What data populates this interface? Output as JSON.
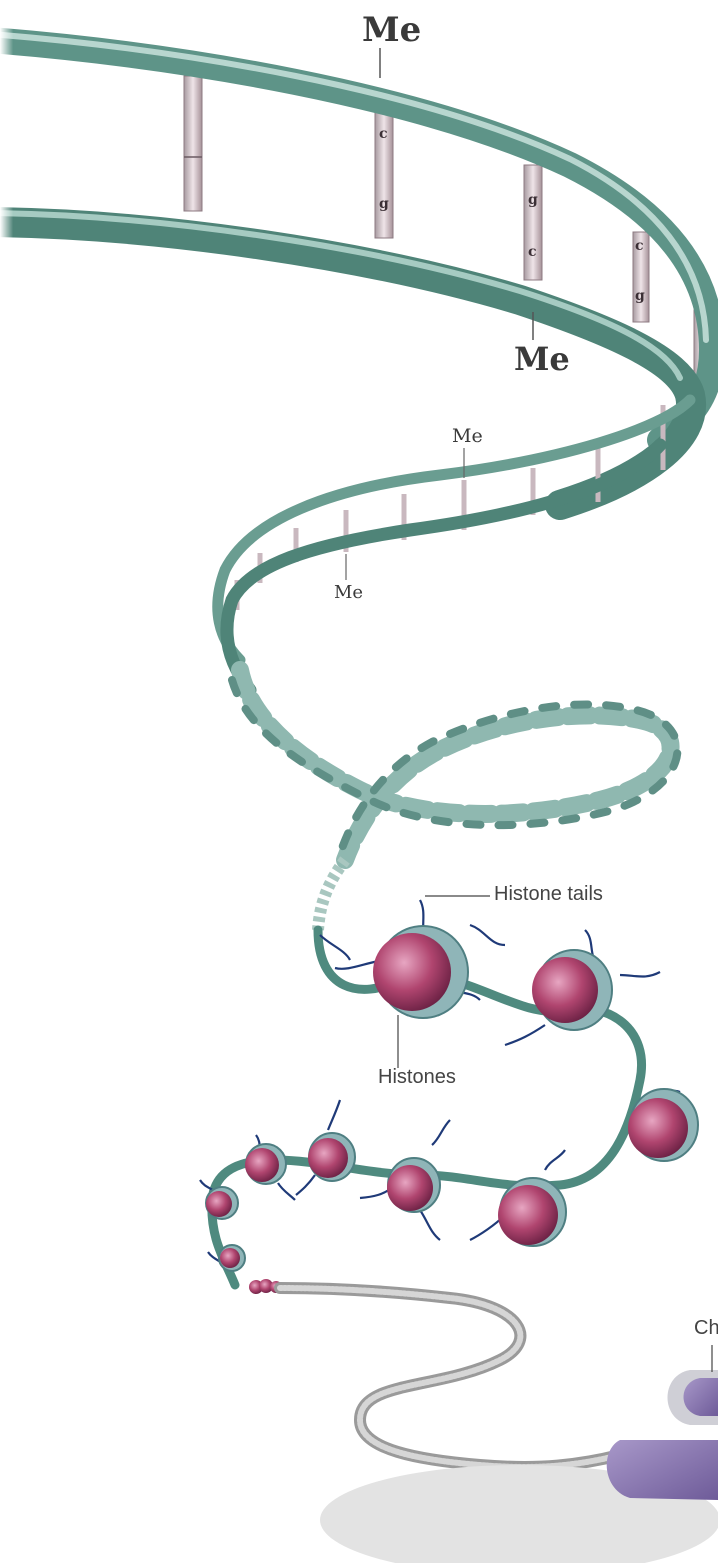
{
  "labels": {
    "me_top": "Me",
    "me_mid": "Me",
    "me_small_upper": "Me",
    "me_small_lower": "Me",
    "histone_tails": "Histone tails",
    "histones": "Histones",
    "chromosome_partial": "Ch"
  },
  "base_pairs": [
    {
      "top": "c",
      "bottom": "g"
    },
    {
      "top": "g",
      "bottom": "c"
    },
    {
      "top": "c",
      "bottom": "g"
    }
  ],
  "colors": {
    "backbone": "#5e9488",
    "backbone_light": "#9cc3b9",
    "rung": "#d4c3ca",
    "histone": "#b0456f",
    "histone_ring": "#8fb5b8",
    "tail": "#1f3a78",
    "chromatin_fiber": "#b8b8b8",
    "chromosome": "#8d7ab3"
  }
}
